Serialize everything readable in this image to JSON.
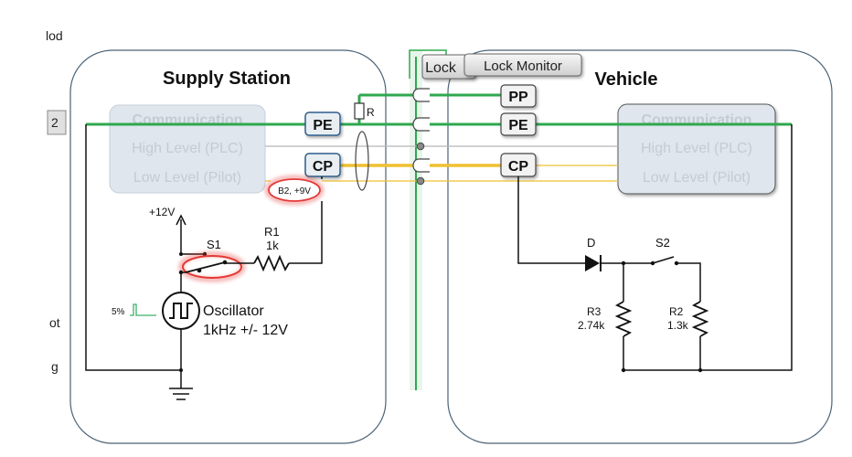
{
  "left_edge": {
    "top_fragment": "lod",
    "tab_label": "2",
    "mid_fragment": "ot",
    "bottom_fragment": "g"
  },
  "supply_station": {
    "title": "Supply Station",
    "comm_box": {
      "title": "Communication",
      "high": "High Level (PLC)",
      "low": "Low Level (Pilot)"
    },
    "pe_label": "PE",
    "cp_label": "CP",
    "b2_label": "B2, +9V",
    "r_label": "R",
    "plus12_label": "+12V",
    "s1_label": "S1",
    "r1_label": "R1",
    "r1_value": "1k",
    "osc_duty": "5%",
    "osc_name": "Oscillator",
    "osc_spec": "1kHz +/- 12V"
  },
  "vehicle": {
    "title": "Vehicle",
    "comm_box": {
      "title": "Communication",
      "high": "High Level (PLC)",
      "low": "Low Level (Pilot)"
    },
    "pp_label": "PP",
    "pe_label": "PE",
    "cp_label": "CP",
    "d_label": "D",
    "s2_label": "S2",
    "r3_label": "R3",
    "r3_value": "2.74k",
    "r2_label": "R2",
    "r2_value": "1.3k"
  },
  "lock": {
    "lock_label": "Lock",
    "monitor_label": "Lock Monitor"
  },
  "colors": {
    "green": "#2fa84f",
    "yellow": "#f0c030",
    "gray_line": "#b8b8b8",
    "highlight_red": "#e53935",
    "box_fill": "#dfe6ee",
    "faded_text": "#c3cbd3"
  }
}
